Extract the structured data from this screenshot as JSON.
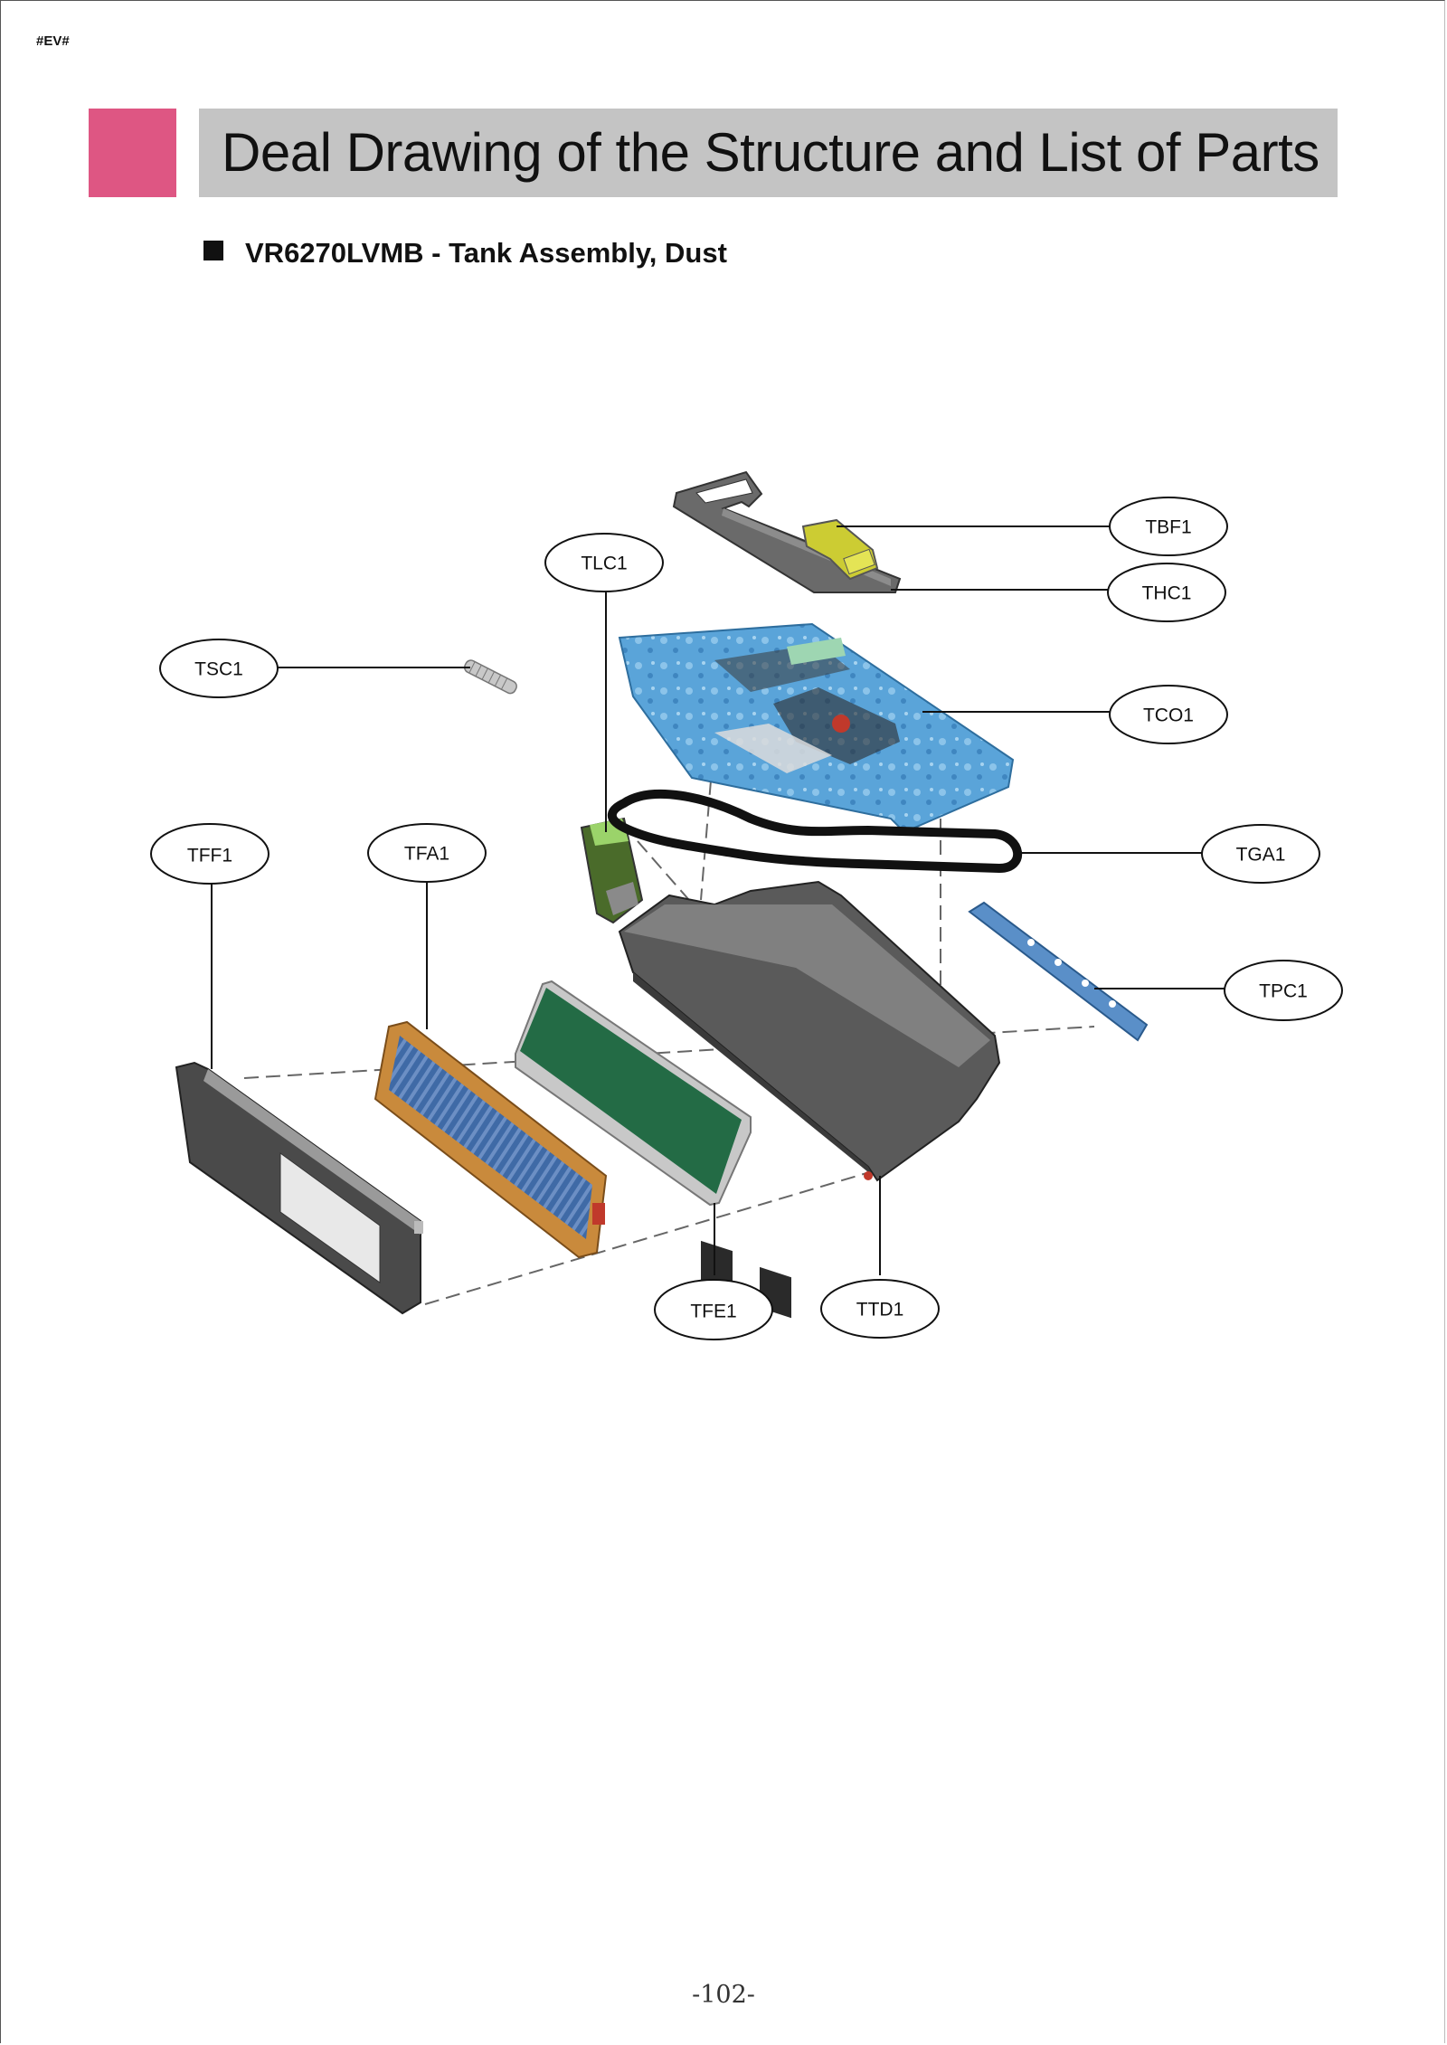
{
  "header": {
    "doc_code": "#EV#",
    "title": "Deal Drawing of the Structure and List of Parts",
    "section": "VR6270LVMB - Tank Assembly, Dust"
  },
  "parts": [
    {
      "code": "TBF1"
    },
    {
      "code": "THC1"
    },
    {
      "code": "TLC1"
    },
    {
      "code": "TSC1"
    },
    {
      "code": "TCO1"
    },
    {
      "code": "TFF1"
    },
    {
      "code": "TFA1"
    },
    {
      "code": "TGA1"
    },
    {
      "code": "TPC1"
    },
    {
      "code": "TFE1"
    },
    {
      "code": "TTD1"
    }
  ],
  "colors": {
    "accent": "#de5683",
    "title_bar": "#c4c4c4",
    "cover_blue": "#5aa4d9",
    "filter_green": "#236b45",
    "hepa_orange": "#c98a3c",
    "hepa_blue": "#3f6aa6",
    "body_gray": "#575757",
    "gasket": "#111111"
  },
  "footer": {
    "page_number": "-102-"
  }
}
